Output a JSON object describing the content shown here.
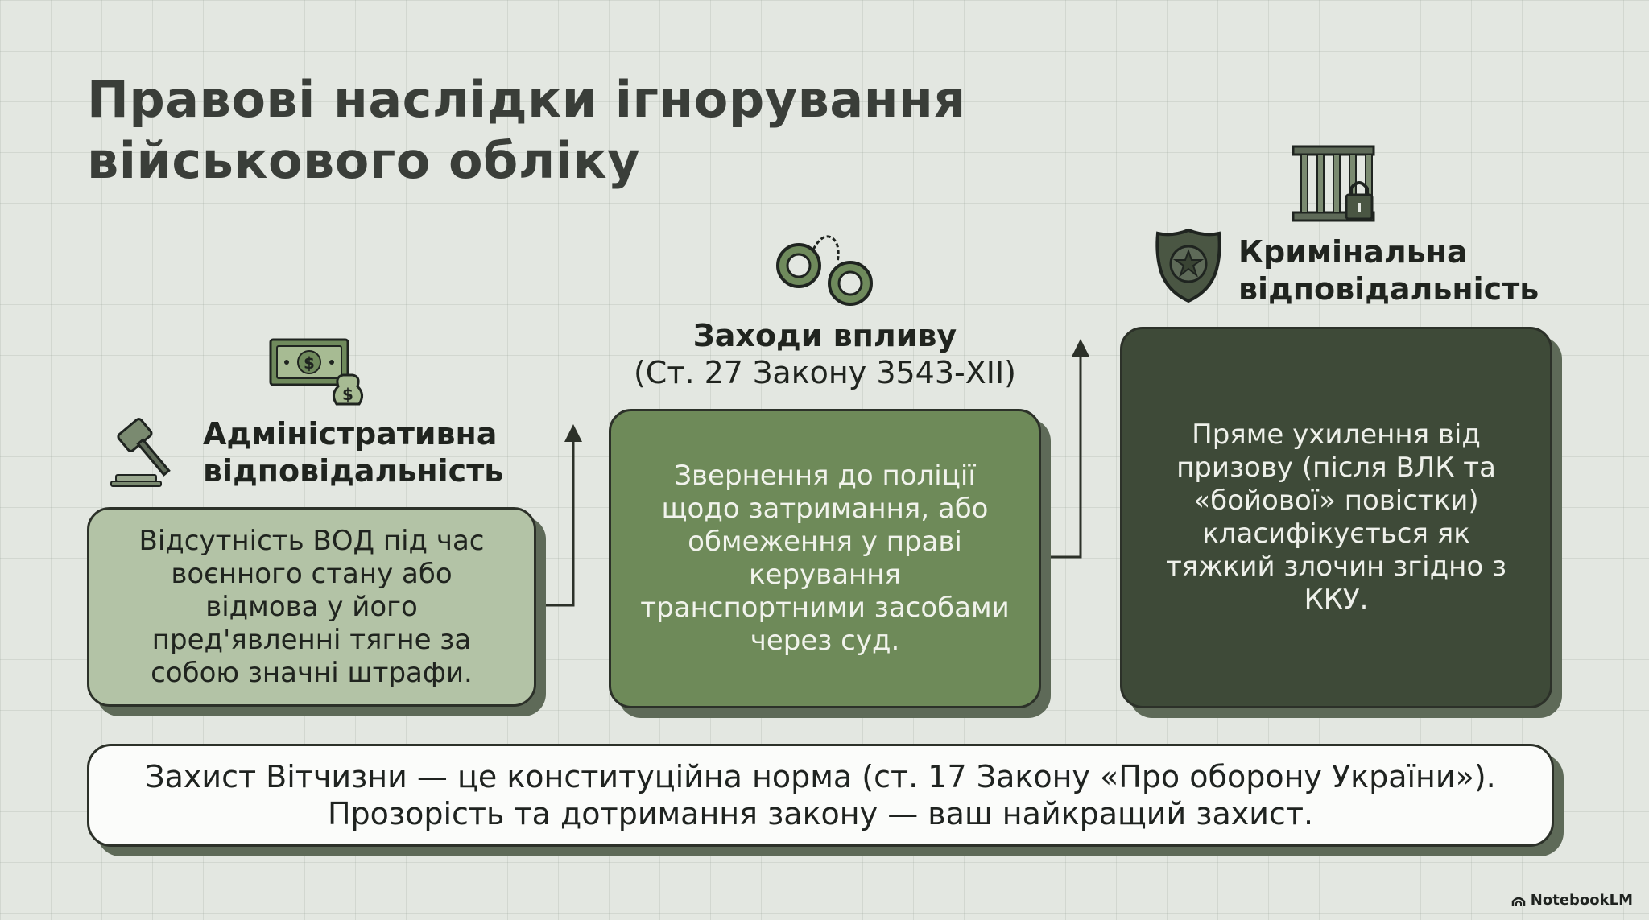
{
  "title": {
    "line1": "Правові наслідки ігнорування",
    "line2": "військового обліку"
  },
  "admin": {
    "heading_line1": "Адміністративна",
    "heading_line2": "відповідальність",
    "text": "Відсутність ВОД під час воєнного стану або відмова у його пред'явленні тягне за собою значні штрафи."
  },
  "measures": {
    "heading": "Заходи впливу",
    "subheading": "(Ст. 27 Закону 3543-XII)",
    "text": "Звернення до поліції щодо затримання, або обмеження у праві керування транспортними засобами через суд."
  },
  "criminal": {
    "heading_line1": "Кримінальна",
    "heading_line2": "відповідальність",
    "text": "Пряме ухилення від призову (після ВЛК та «бойової» повістки) класифікується як тяжкий злочин згідно з ККУ."
  },
  "footer": {
    "line1": "Захист Вітчизни — це конституційна норма (ст. 17 Закону «Про оборону України»).",
    "line2": "Прозорість та дотримання закону — ваш найкращий захист."
  },
  "brand": "NotebookLM",
  "icons": {
    "admin_top": "money-bag-icon",
    "admin_side": "gavel-icon",
    "measures_top": "handcuffs-icon",
    "criminal_top": "jail-lock-icon",
    "criminal_side": "police-badge-icon"
  },
  "colors": {
    "background": "#e3e7e1",
    "admin_card": "#b3c3a6",
    "measures_card": "#6e8a59",
    "criminal_card": "#3e4a38",
    "shadow": "#5e6a58",
    "footer_card": "#fbfcfa"
  }
}
